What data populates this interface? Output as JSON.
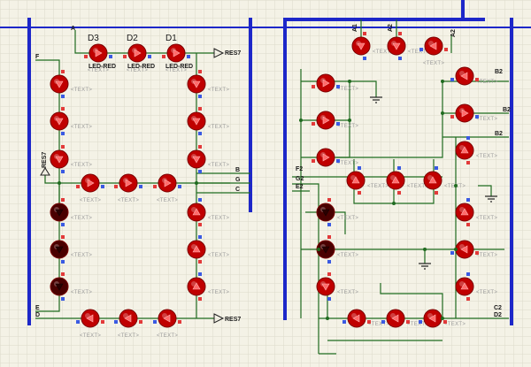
{
  "schematic": {
    "background": "#f4f2e6",
    "grid_color": "#dcdacb",
    "border_color": "#1d27c9",
    "wire_color": "#1f6b1f",
    "led_fill": "#c00000",
    "led_arrow": "#ff6a6a",
    "dark_led_fill": "#4a0000",
    "placeholder": "<TEXT>",
    "led_type": "LED-RED",
    "designators": {
      "d3": "D3",
      "d2": "D2",
      "d1": "D1"
    },
    "nets": {
      "res7_top": "RES7",
      "res7_bottom": "RES7",
      "res7_left": "RES7",
      "a": "A",
      "b": "B",
      "c": "C",
      "d": "D",
      "e": "E",
      "f": "F",
      "g": "G",
      "a1": "A1",
      "a2": "A2",
      "a_right": "A2",
      "b2_top": "B2",
      "b2_mid": "B2",
      "b2_low": "B2",
      "f2": "F2",
      "g2": "G2",
      "e2": "E2",
      "c2": "C2",
      "d2": "D2"
    }
  }
}
